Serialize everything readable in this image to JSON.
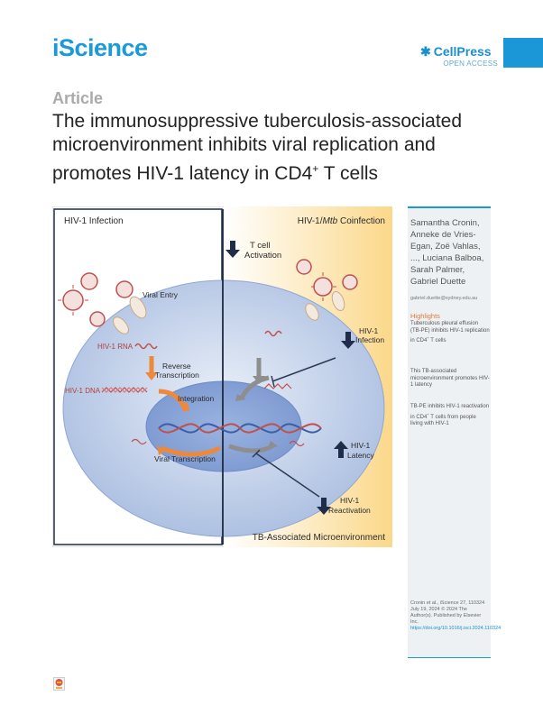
{
  "header": {
    "journal": "iScience",
    "publisher": "CellPress",
    "open_access": "OPEN ACCESS"
  },
  "article": {
    "label": "Article",
    "title_main": "The immunosuppressive tuberculosis-associated microenvironment inhibits viral replication and promotes HIV-1 latency in CD4",
    "title_sup": "+",
    "title_end": " T cells"
  },
  "figure": {
    "left_title": "HIV-1 Infection",
    "right_title_pre": "HIV-1/",
    "right_title_italic": "Mtb",
    "right_title_post": " Coinfection",
    "t_cell": "T cell",
    "activation": "Activation",
    "viral_entry": "Viral Entry",
    "hiv_rna": "HIV-1 RNA",
    "reverse": "Reverse",
    "transcription": "Transcription",
    "hiv_dna": "HIV-1 DNA",
    "integration": "Integration",
    "viral_transcription": "Viral Transcription",
    "infection_l1": "HIV-1",
    "infection_l2": "Infection",
    "latency_l1": "HIV-1",
    "latency_l2": "Latency",
    "reactivation_l1": "HIV-1",
    "reactivation_l2": "Reactivation",
    "microenvironment": "TB-Associated Microenvironment"
  },
  "sidebar": {
    "authors": "Samantha Cronin, Anneke de Vries-Egan, Zoë Vahlas, ..., Luciana Balboa, Sarah Palmer, Gabriel Duette",
    "email": "gabriel.duette@sydney.edu.au",
    "highlights_title": "Highlights",
    "highlight1_pre": "Tuberculous pleural effusion (TB-PE) inhibits HIV-1 replication in CD4",
    "highlight1_sup": "+",
    "highlight1_post": " T cells",
    "highlight2": "This TB-associated microenvironment promotes HIV-1 latency",
    "highlight3_pre": "TB-PE inhibits HIV-1 reactivation in CD4",
    "highlight3_sup": "+",
    "highlight3_post": " T cells from people living with HIV-1",
    "citation": "Cronin et al., iScience 27, 110324",
    "date": "July 19, 2024 © 2024 The Author(s). Published by Elsevier Inc.",
    "doi": "https://doi.org/10.1016/j.isci.2024.110324"
  }
}
